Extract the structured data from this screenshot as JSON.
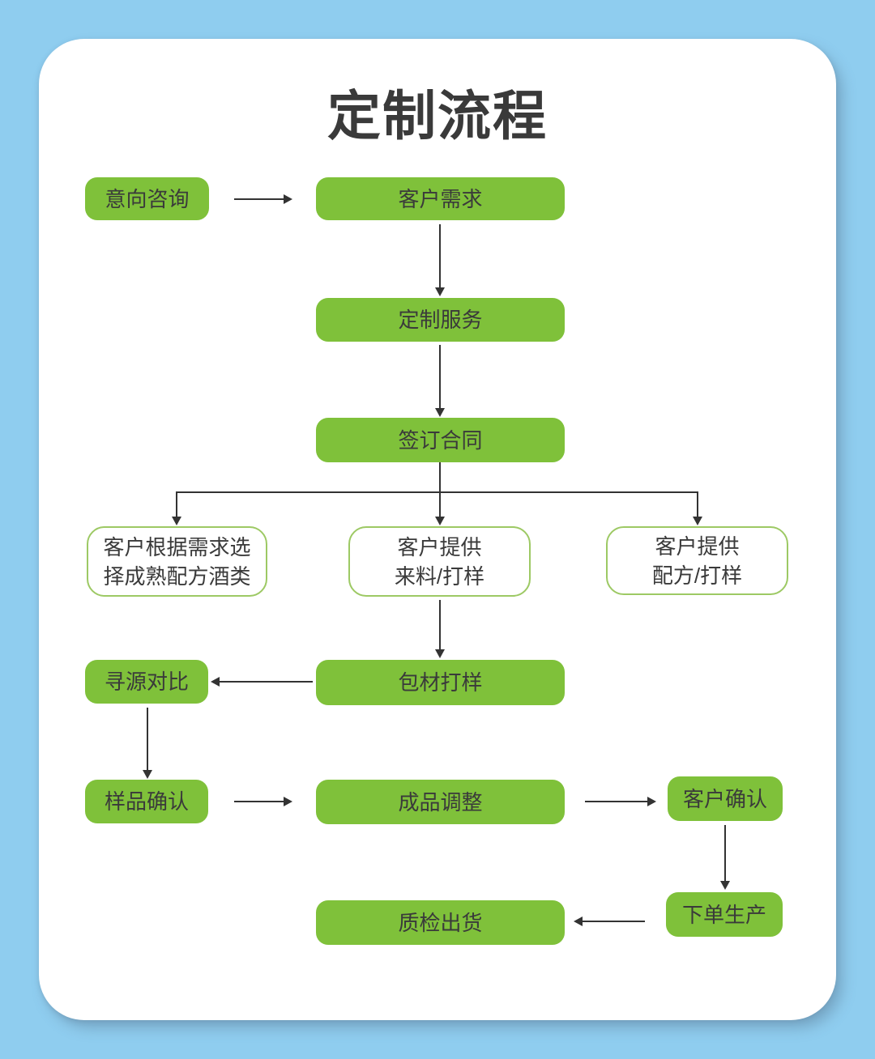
{
  "title": "定制流程",
  "colors": {
    "background": "#8FCDEF",
    "card": "#FFFFFF",
    "node_fill": "#7FC13A",
    "node_border": "#9DC964",
    "text": "#3A3A3A",
    "arrow": "#333333"
  },
  "nodes": {
    "intent": {
      "label": "意向咨询"
    },
    "customer_needs": {
      "label": "客户需求"
    },
    "custom_service": {
      "label": "定制服务"
    },
    "sign_contract": {
      "label": "签订合同"
    },
    "choose_recipe": {
      "line1": "客户根据需求选",
      "line2": "择成熟配方酒类"
    },
    "provide_material": {
      "line1": "客户提供",
      "line2": "来料/打样"
    },
    "provide_recipe": {
      "line1": "客户提供",
      "line2": "配方/打样"
    },
    "packaging_sample": {
      "label": "包材打样"
    },
    "sourcing_compare": {
      "label": "寻源对比"
    },
    "sample_confirm": {
      "label": "样品确认"
    },
    "product_adjust": {
      "label": "成品调整"
    },
    "customer_confirm": {
      "label": "客户确认"
    },
    "order_production": {
      "label": "下单生产"
    },
    "qc_shipment": {
      "label": "质检出货"
    }
  }
}
